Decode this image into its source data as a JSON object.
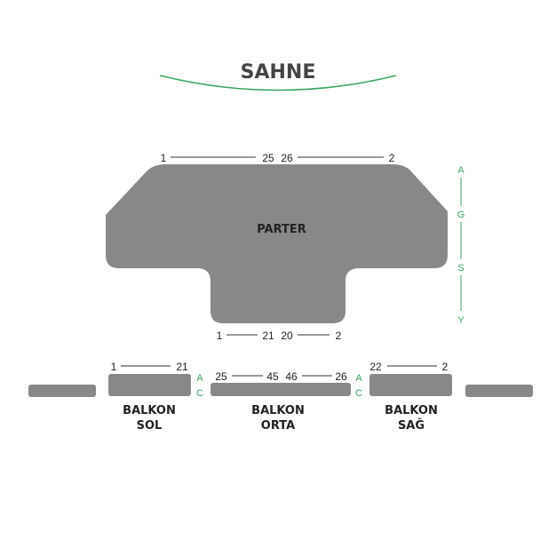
{
  "stage": {
    "label": "SAHNE",
    "arc_color": "#3aa55f"
  },
  "colors": {
    "section": "#888888",
    "row_letters": "#3aa55f"
  },
  "parter": {
    "name": "PARTER",
    "top": {
      "left": "1",
      "mid_left": "25",
      "mid_right": "26",
      "right": "2"
    },
    "bottom": {
      "left": "1",
      "mid_left": "21",
      "mid_right": "20",
      "right": "2"
    },
    "rows": [
      "A",
      "G",
      "S",
      "Y"
    ]
  },
  "balkon_sol": {
    "line1": "BALKON",
    "line2": "SOL",
    "left": "1",
    "right": "21",
    "rows": [
      "A",
      "C"
    ]
  },
  "balkon_orta": {
    "line1": "BALKON",
    "line2": "ORTA",
    "left": "25",
    "mid_left": "45",
    "mid_right": "46",
    "right": "26"
  },
  "balkon_sag": {
    "line1": "BALKON",
    "line2": "SAĞ",
    "left": "22",
    "right": "2",
    "rows": [
      "A",
      "C"
    ]
  }
}
